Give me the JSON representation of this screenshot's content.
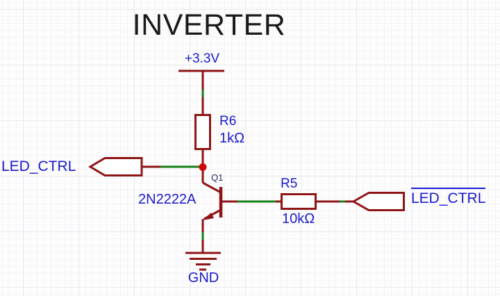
{
  "title": "INVERTER",
  "colors": {
    "bg": "#fdfdfe",
    "symbol-red": "#8e1515",
    "wire-green": "#168016",
    "junction-red": "#cf0606",
    "label-blue": "#1a1acd",
    "designator-navy": "#2b2b66",
    "title-black": "#1a1a1a"
  },
  "power": {
    "net": "+3.3V"
  },
  "ground": {
    "net": "GND"
  },
  "components": {
    "r6": {
      "ref": "R6",
      "value": "1kΩ"
    },
    "r5": {
      "ref": "R5",
      "value": "10kΩ"
    },
    "q1": {
      "ref": "Q1",
      "value": "2N2222A"
    }
  },
  "nets": {
    "input": {
      "label": "LED_CTRL"
    },
    "output": {
      "label": "LED_CTRL",
      "active_low": true
    }
  }
}
